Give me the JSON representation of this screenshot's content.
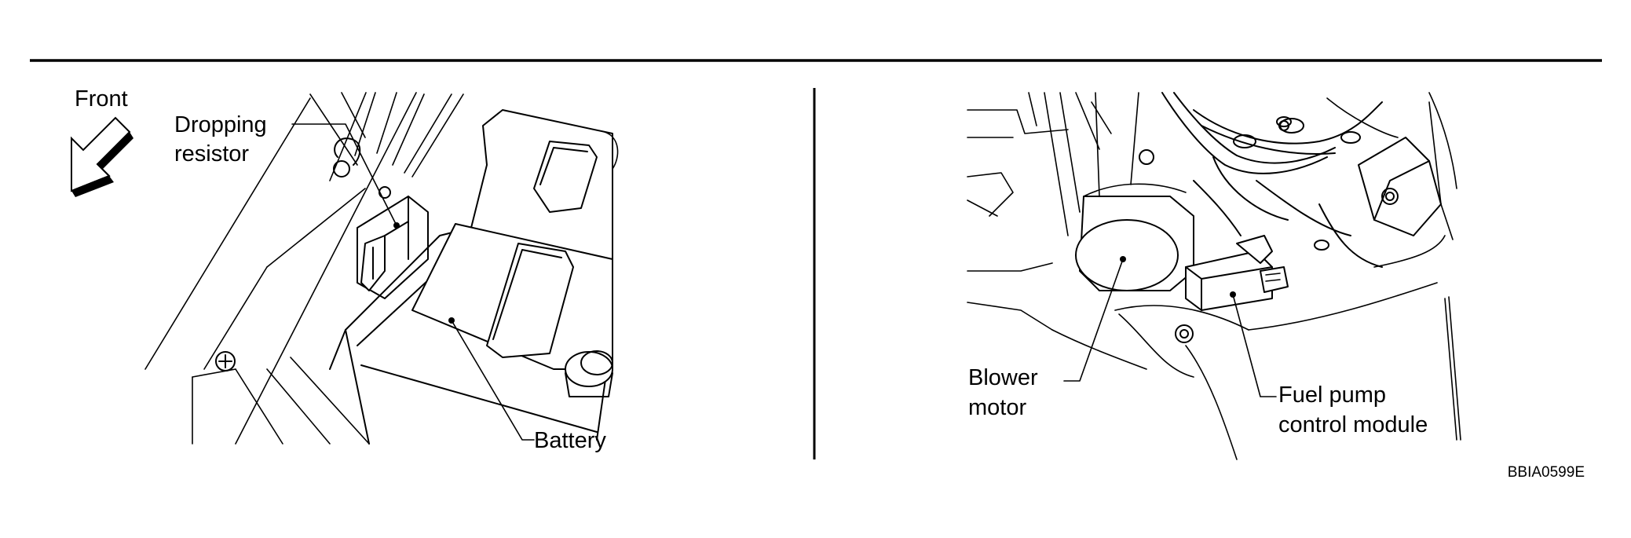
{
  "left_panel": {
    "front_label": "Front",
    "labels": {
      "dropping_resistor_line1": "Dropping",
      "dropping_resistor_line2": "resistor",
      "battery": "Battery"
    }
  },
  "right_panel": {
    "labels": {
      "blower_motor_line1": "Blower",
      "blower_motor_line2": "motor",
      "fuel_pump_line1": "Fuel pump",
      "fuel_pump_line2": "control module"
    }
  },
  "figure_code": "BBIA0599E"
}
